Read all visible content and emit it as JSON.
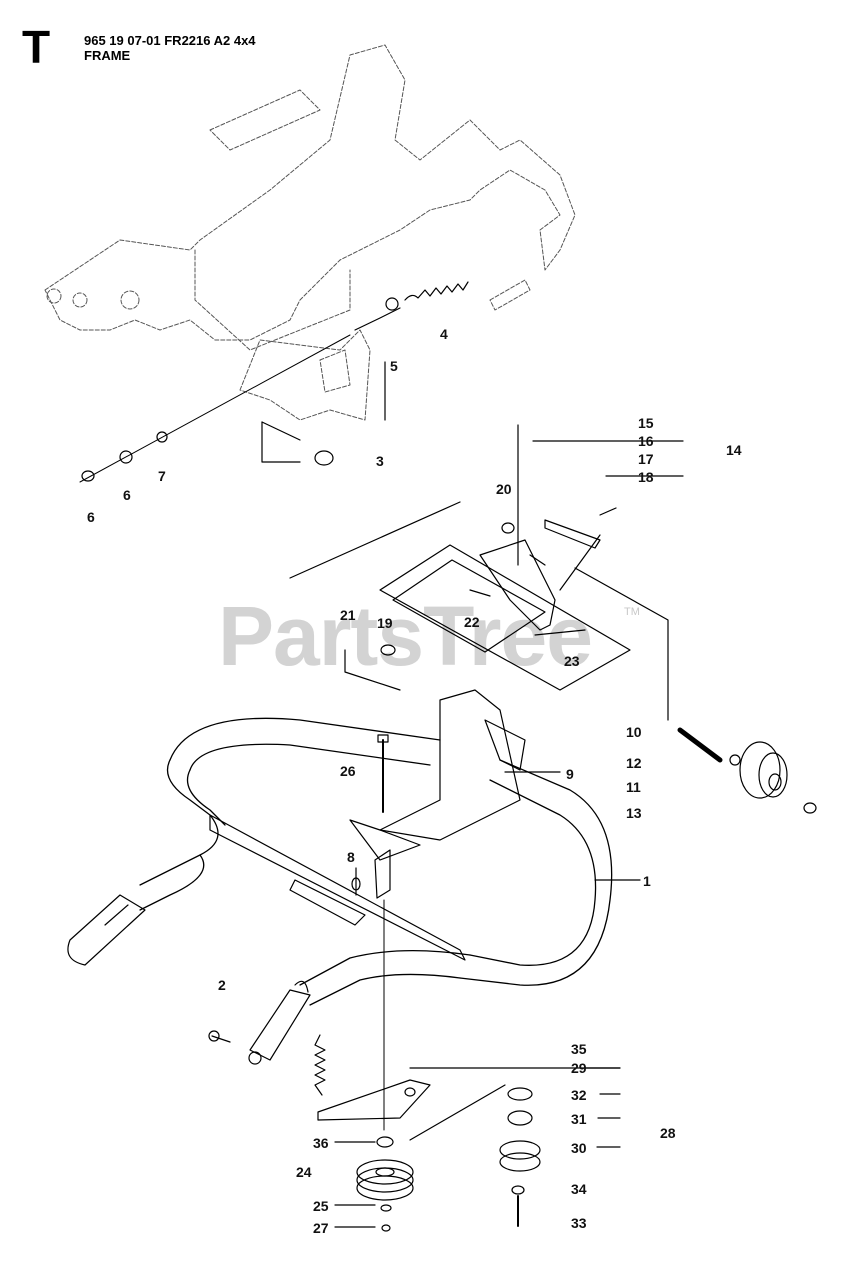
{
  "header": {
    "section_letter": "T",
    "part_code": "965 19 07-01 FR2216 A2 4x4",
    "section_title": "FRAME"
  },
  "watermark": {
    "text": "PartsTree",
    "tm": "TM",
    "color": "#d3d3d3"
  },
  "callouts": [
    {
      "id": "c1",
      "label": "1"
    },
    {
      "id": "c2",
      "label": "2"
    },
    {
      "id": "c3",
      "label": "3"
    },
    {
      "id": "c4",
      "label": "4"
    },
    {
      "id": "c5",
      "label": "5"
    },
    {
      "id": "c6a",
      "label": "6"
    },
    {
      "id": "c6b",
      "label": "6"
    },
    {
      "id": "c7",
      "label": "7"
    },
    {
      "id": "c8",
      "label": "8"
    },
    {
      "id": "c9",
      "label": "9"
    },
    {
      "id": "c10",
      "label": "10"
    },
    {
      "id": "c11",
      "label": "11"
    },
    {
      "id": "c12",
      "label": "12"
    },
    {
      "id": "c13",
      "label": "13"
    },
    {
      "id": "c14",
      "label": "14"
    },
    {
      "id": "c15",
      "label": "15"
    },
    {
      "id": "c16",
      "label": "16"
    },
    {
      "id": "c17",
      "label": "17"
    },
    {
      "id": "c18",
      "label": "18"
    },
    {
      "id": "c19",
      "label": "19"
    },
    {
      "id": "c20",
      "label": "20"
    },
    {
      "id": "c21",
      "label": "21"
    },
    {
      "id": "c22",
      "label": "22"
    },
    {
      "id": "c23",
      "label": "23"
    },
    {
      "id": "c24",
      "label": "24"
    },
    {
      "id": "c25",
      "label": "25"
    },
    {
      "id": "c26",
      "label": "26"
    },
    {
      "id": "c27",
      "label": "27"
    },
    {
      "id": "c28",
      "label": "28"
    },
    {
      "id": "c29",
      "label": "29"
    },
    {
      "id": "c30",
      "label": "30"
    },
    {
      "id": "c31",
      "label": "31"
    },
    {
      "id": "c32",
      "label": "32"
    },
    {
      "id": "c33",
      "label": "33"
    },
    {
      "id": "c34",
      "label": "34"
    },
    {
      "id": "c35",
      "label": "35"
    },
    {
      "id": "c36",
      "label": "36"
    }
  ]
}
